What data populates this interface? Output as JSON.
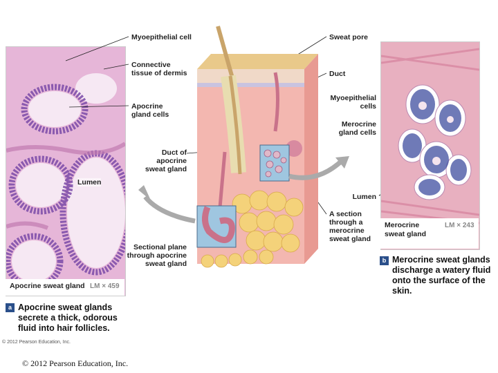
{
  "left_panel": {
    "caption_label": "Apocrine sweat gland",
    "magnification": "LM × 459",
    "lumen_label": "Lumen",
    "badge": "a",
    "description": "Apocrine sweat glands\nsecrete a thick, odorous\nfluid into hair follicles."
  },
  "right_panel": {
    "caption_label": "Merocrine\nsweat gland",
    "magnification": "LM × 243",
    "badge": "b",
    "description": "Merocrine sweat glands\ndischarge a watery fluid\nonto the surface of the\nskin."
  },
  "labels": {
    "myoepithelial_cell": "Myoepithelial cell",
    "connective_tissue": "Connective\ntissue of dermis",
    "apocrine_gland_cells": "Apocrine\ngland cells",
    "duct_of_apocrine": "Duct of\napocrine\nsweat gland",
    "sectional_plane": "Sectional plane\nthrough apocrine\nsweat gland",
    "sweat_pore": "Sweat pore",
    "duct": "Duct",
    "myoepithelial_cells": "Myoepithelial\ncells",
    "merocrine_gland_cells": "Merocrine\ngland cells",
    "lumen_right": "Lumen",
    "section_merocrine": "A section\nthrough a\nmerocrine\nsweat gland"
  },
  "copyright_small": "© 2012 Pearson Education, Inc.",
  "footer": "© 2012 Pearson Education, Inc.",
  "colors": {
    "tissue_pink": "#d98fc0",
    "tissue_light": "#f1d6ea",
    "nuclei_purple": "#5a3a8e",
    "skin_pink": "#f3b7b0",
    "fat_yellow": "#f4d27a",
    "badge_blue": "#2a4f8a"
  }
}
